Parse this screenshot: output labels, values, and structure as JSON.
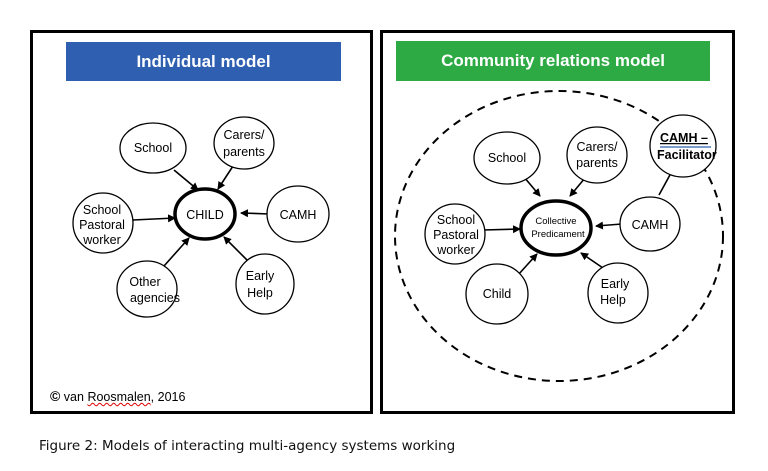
{
  "left_panel": {
    "title": "Individual model",
    "center": "CHILD",
    "nodes": {
      "school": "School",
      "carers_1": "Carers/",
      "carers_2": "parents",
      "camh": "CAMH",
      "pastoral_1": "School",
      "pastoral_2": "Pastoral",
      "pastoral_3": "worker",
      "other_1": "Other",
      "other_2": "agencies",
      "early_1": "Early",
      "early_2": "Help"
    },
    "copyright": {
      "symbol": "©",
      "prefix": " van ",
      "name": "Roosmalen",
      "year": ", 2016"
    }
  },
  "right_panel": {
    "title": "Community relations model",
    "center_1": "Collective",
    "center_2": "Predicament",
    "nodes": {
      "school": "School",
      "carers_1": "Carers/",
      "carers_2": "parents",
      "camh": "CAMH",
      "pastoral_1": "School",
      "pastoral_2": "Pastoral",
      "pastoral_3": "worker",
      "child": "Child",
      "early_1": "Early",
      "early_2": "Help",
      "facilitator_1": "CAMH  –",
      "facilitator_2": "Facilitator"
    }
  },
  "caption": "Figure 2: Models of interacting multi-agency systems working",
  "colors": {
    "left_banner": "#2e5fb0",
    "right_banner": "#2daa44"
  }
}
